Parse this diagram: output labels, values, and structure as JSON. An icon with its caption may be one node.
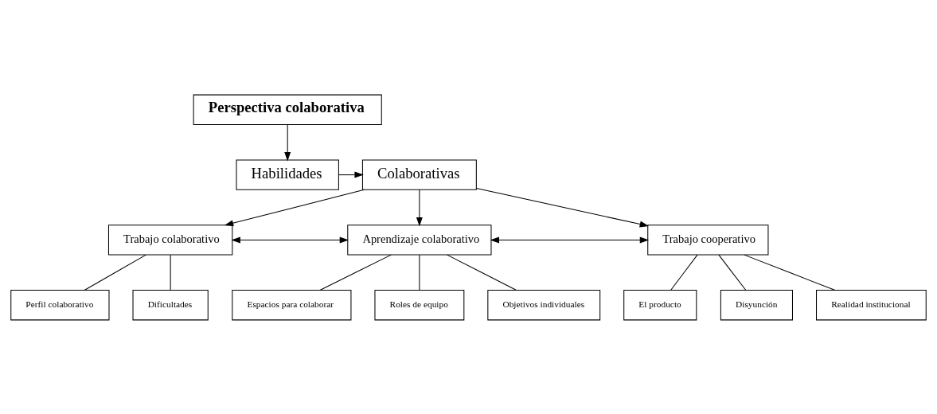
{
  "diagram": {
    "nodes": [
      {
        "text": [
          "Perspectiva colaborativa"
        ]
      },
      {
        "text": [
          "Habilidades"
        ]
      },
      {
        "text": [
          "Colaborativas"
        ]
      },
      {
        "text": [
          "Trabajo colaborativo"
        ]
      },
      {
        "text": [
          "Aprendizaje colaborativo"
        ]
      },
      {
        "text": [
          "Trabajo cooperativo"
        ]
      },
      {
        "text": [
          "El producto"
        ]
      },
      {
        "text": [
          "Disyunción"
        ]
      },
      {
        "text": [
          "Realidad institucional"
        ]
      },
      {
        "text": [
          "Perfil colaborativo"
        ]
      },
      {
        "text": [
          "Dificultades"
        ]
      },
      {
        "text": [
          "Espacios para colaborar"
        ]
      },
      {
        "text": [
          "Roles de equipo"
        ]
      },
      {
        "text": [
          "Objetivos individuales"
        ]
      }
    ],
    "edges": [
      {
        "from": 0,
        "to": 1,
        "arrow": "to"
      },
      {
        "from": 1,
        "to": 2,
        "arrow": "to"
      },
      {
        "from": 2,
        "to": 3,
        "arrow": "to"
      },
      {
        "from": 2,
        "to": 4,
        "arrow": "to"
      },
      {
        "from": 2,
        "to": 5,
        "arrow": "to"
      },
      {
        "from": 3,
        "to": 4,
        "arrow": "both"
      },
      {
        "from": 4,
        "to": 5,
        "arrow": "both"
      },
      {
        "from": 5,
        "to": 6,
        "arrow": "none"
      },
      {
        "from": 5,
        "to": 7,
        "arrow": "none"
      },
      {
        "from": 5,
        "to": 8,
        "arrow": "none"
      },
      {
        "from": 3,
        "to": 9,
        "arrow": "none"
      },
      {
        "from": 3,
        "to": 10,
        "arrow": "none"
      },
      {
        "from": 4,
        "to": 11,
        "arrow": "none"
      },
      {
        "from": 4,
        "to": 13,
        "arrow": "none"
      },
      {
        "from": 4,
        "to": 12,
        "arrow": "none"
      }
    ]
  }
}
